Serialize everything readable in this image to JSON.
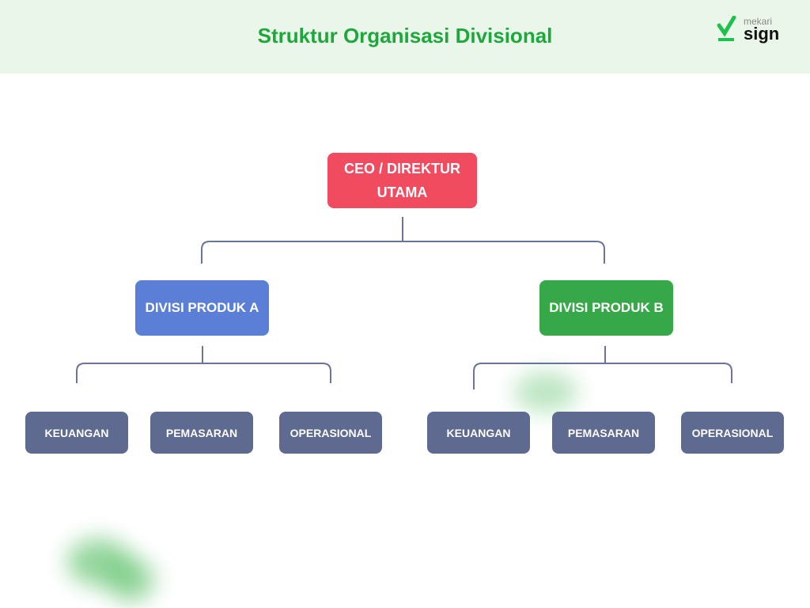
{
  "header": {
    "title": "Struktur Organisasi Divisional",
    "logo_top": "mekari",
    "logo_bottom": "sign"
  },
  "chart": {
    "ceo": "CEO / DIREKTUR UTAMA",
    "divisions": [
      {
        "label": "DIVISI PRODUK A",
        "color": "#5b7fd6",
        "units": [
          "KEUANGAN",
          "PEMASARAN",
          "OPERASIONAL"
        ]
      },
      {
        "label": "DIVISI PRODUK B",
        "color": "#37a84a",
        "units": [
          "KEUANGAN",
          "PEMASARAN",
          "OPERASIONAL"
        ]
      }
    ]
  }
}
